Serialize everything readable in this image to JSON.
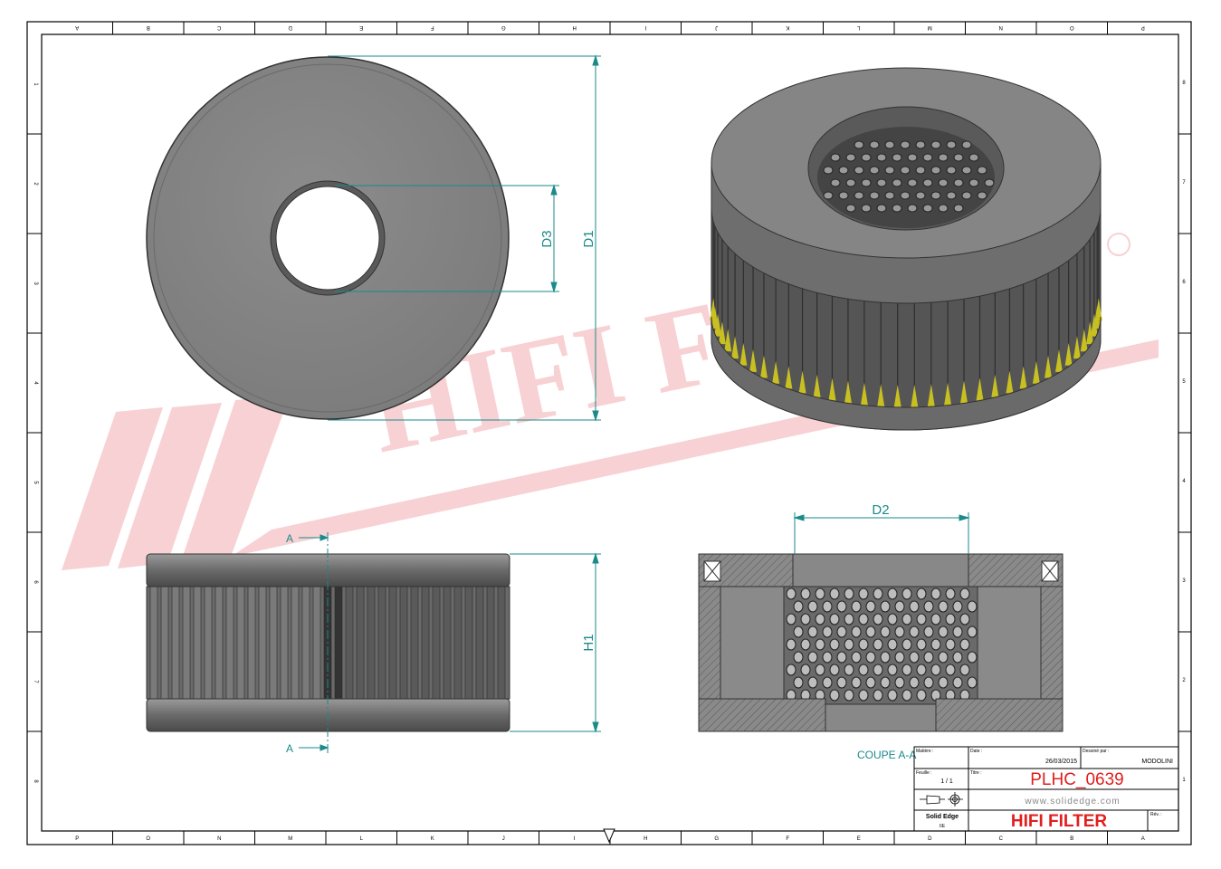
{
  "sheet": {
    "column_labels_bottom": [
      "P",
      "O",
      "N",
      "M",
      "L",
      "K",
      "J",
      "I",
      "H",
      "G",
      "F",
      "E",
      "D",
      "C",
      "B",
      "A"
    ],
    "row_labels": [
      "8",
      "7",
      "6",
      "5",
      "4",
      "3",
      "2",
      "1"
    ]
  },
  "watermark": {
    "text": "HIFI FILTER",
    "registered": "®"
  },
  "dimensions": {
    "d1": "D1",
    "d2": "D2",
    "d3": "D3",
    "h1": "H1"
  },
  "section": {
    "marker": "A",
    "title": "COUPE A-A"
  },
  "title_block": {
    "material_label": "Matière :",
    "date_label": "Date :",
    "date_value": "26/03/2015",
    "drawn_by_label": "Dessiné par :",
    "drawn_by_value": "MODOLINI",
    "sheet_label": "Feuille :",
    "sheet_value": "1 / 1",
    "title_label": "Titre :",
    "title_value": "PLHC_0639",
    "website": "www.solidedge.com",
    "software": "Solid Edge",
    "software_sub": "IIE",
    "company": "HIFI FILTER",
    "rev_label": "Rév. :"
  },
  "colors": {
    "dimension": "#1a8a8a",
    "title_red": "#e0201e",
    "body_gray": "#8a8a8a",
    "watermark": "#f6c9cc",
    "pleat_yellow": "#c8c020"
  }
}
